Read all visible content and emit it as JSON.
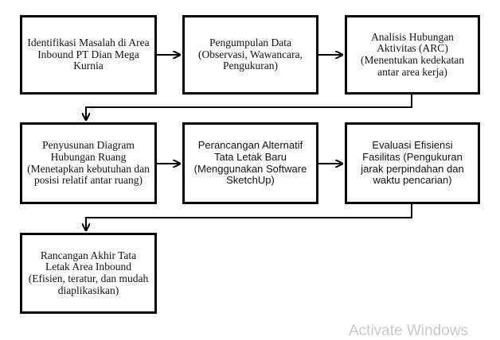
{
  "flowchart": {
    "steps": [
      "Identifikasi Masalah di Area Inbound PT Dian Mega Kurnia",
      "Pengumpulan Data (Observasi, Wawancara, Pengukuran)",
      "Analisis Hubungan Aktivitas (ARC) (Menentukan kedekatan antar area kerja)",
      "Penyusunan Diagram Hubungan Ruang (Menetapkan kebutuhan dan posisi relatif antar ruang)",
      "Perancangan Alternatif Tata Letak Baru (Menggunakan Software SketchUp)",
      "Evaluasi Efisiensi Fasilitas (Pengukuran jarak perpindahan dan waktu pencarian)",
      "Rancangan Akhir Tata Letak Area Inbound (Efisien, teratur, dan mudah diaplikasikan)"
    ]
  },
  "watermark": "Activate Windows"
}
